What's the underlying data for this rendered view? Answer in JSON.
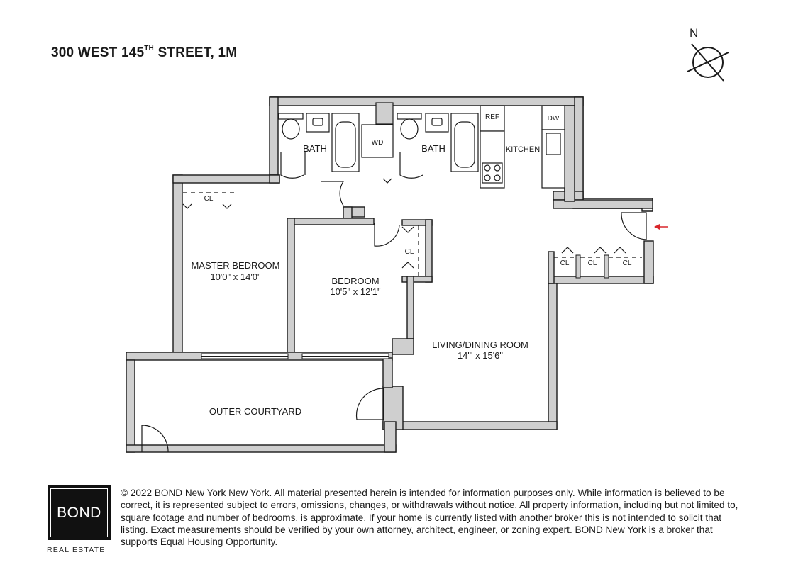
{
  "header": {
    "title_pre": "300 WEST 145",
    "title_sup": "TH",
    "title_post": " STREET, 1M"
  },
  "compass": {
    "label": "N"
  },
  "rooms": {
    "bath1": "BATH",
    "wd": "WD",
    "bath2": "BATH",
    "ref": "REF",
    "dw": "DW",
    "kitchen": "KITCHEN",
    "cl_master": "CL",
    "cl_bedroom": "CL",
    "cl_hall1": "CL",
    "cl_hall2": "CL",
    "cl_hall3": "CL",
    "master_name": "MASTER BEDROOM",
    "master_dims": "10'0\" x 14'0\"",
    "bedroom_name": "BEDROOM",
    "bedroom_dims": "10'5\" x 12'1\"",
    "living_name": "LIVING/DINING ROOM",
    "living_dims": "14\"' x 15'6\"",
    "courtyard_name": "OUTER COURTYARD"
  },
  "entry_arrow_color": "#d9262b",
  "footer": {
    "logo_text": "BOND",
    "logo_sub": "REAL ESTATE",
    "disclaimer": "© 2022 BOND New York New York. All material presented herein is intended for information purposes only. While information is believed to be correct, it is represented subject to errors, omissions, changes, or withdrawals without notice. All property information, including but not limited to, square footage and number of bedrooms, is approximate. If your home is currently listed with another broker this is not intended to solicit that listing. Exact measurements should be verified by your own attorney, architect, engineer, or zoning expert. BOND New York is a broker that supports Equal Housing Opportunity."
  }
}
